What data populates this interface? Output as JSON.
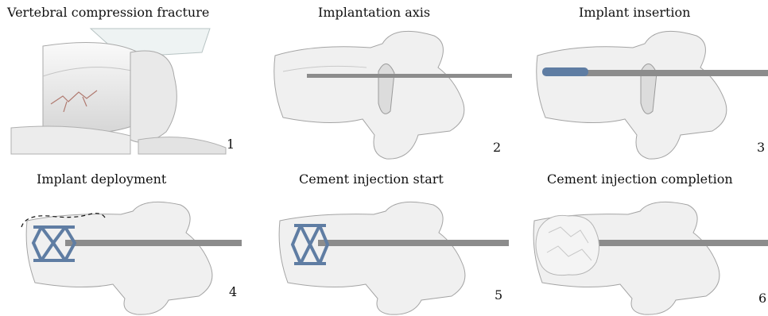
{
  "figure": {
    "panels": [
      {
        "title": "Vertebral compression fracture",
        "number": "1"
      },
      {
        "title": "Implantation axis",
        "number": "2"
      },
      {
        "title": "Implant insertion",
        "number": "3"
      },
      {
        "title": "Implant deployment",
        "number": "4"
      },
      {
        "title": "Cement injection start",
        "number": "5"
      },
      {
        "title": "Cement injection completion",
        "number": "6"
      }
    ]
  },
  "colors": {
    "bone": "#e6e6e6",
    "bone_edge": "#9a9a9a",
    "rod": "#8c8c8c",
    "implant": "#5f7da3",
    "cement": "#f4f4f4",
    "fracture": "#b07a70"
  }
}
